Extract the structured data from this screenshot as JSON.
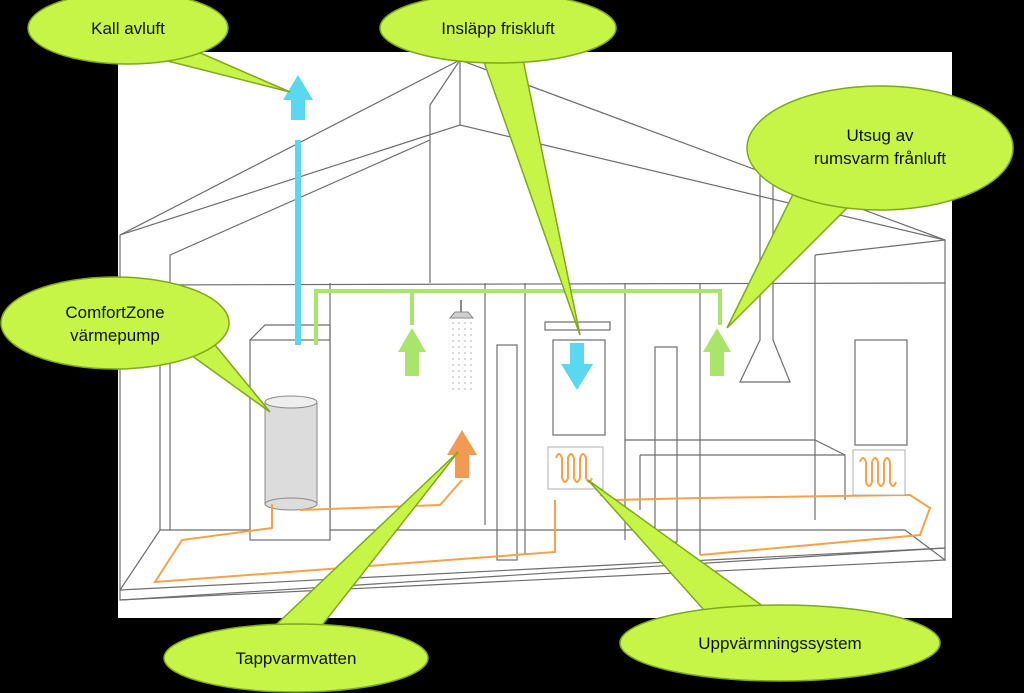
{
  "diagram": {
    "colors": {
      "background": "#000000",
      "canvas": "#ffffff",
      "callout": "#c6f548",
      "callout_stroke": "#7fa81e",
      "exhaust_air": "#5ad8f0",
      "supply_air": "#a8e56a",
      "hot_water": "#f29a52",
      "heating_pipe": "#f5a24a"
    },
    "icons": [
      "heat-pump-tank-icon",
      "shower-icon",
      "radiator-icon",
      "kitchen-hood-icon"
    ],
    "callouts": {
      "kall_avluft": "Kall avluft",
      "inslapp": "Insläpp friskluft",
      "utsug_1": "Utsug av",
      "utsug_2": "rumsvarm frånluft",
      "comfortzone_1": "ComfortZone",
      "comfortzone_2": "värmepump",
      "tappvarmvatten": "Tappvarmvatten",
      "uppvarmning": "Uppvärmningssystem"
    }
  }
}
